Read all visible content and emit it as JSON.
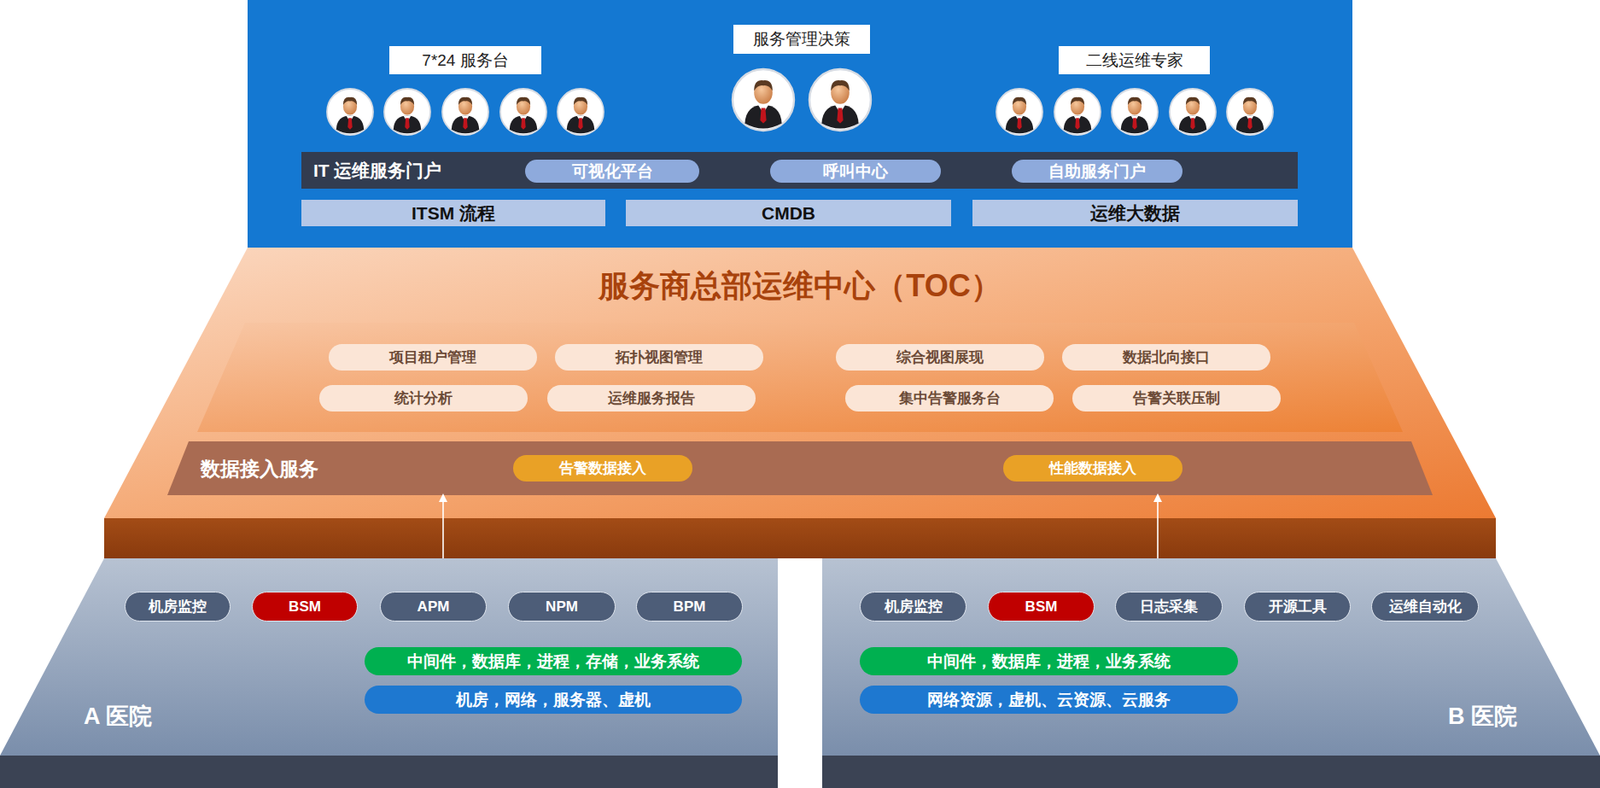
{
  "diagram": {
    "nodes": [
      {
        "text": [
          "7*24 服务台"
        ]
      },
      {
        "text": [
          "服务管理决策"
        ]
      },
      {
        "text": [
          "二线运维专家"
        ]
      },
      {
        "text": [
          "IT 运维服务门户"
        ]
      },
      {
        "text": [
          "可视化平台"
        ],
        "in": 3
      },
      {
        "text": [
          "呼叫中心"
        ],
        "in": 3
      },
      {
        "text": [
          "自助服务门户"
        ],
        "in": 3
      },
      {
        "text": [
          "ITSM 流程"
        ]
      },
      {
        "text": [
          "CMDB"
        ]
      },
      {
        "text": [
          "运维大数据"
        ]
      },
      {
        "text": [
          "服务商总部运维中心（TOC）"
        ]
      },
      {
        "text": [
          "项目租户管理"
        ],
        "in": 10
      },
      {
        "text": [
          "拓扑视图管理"
        ],
        "in": 10
      },
      {
        "text": [
          "综合视图展现"
        ],
        "in": 10
      },
      {
        "text": [
          "数据北向接口"
        ],
        "in": 10
      },
      {
        "text": [
          "统计分析"
        ],
        "in": 10
      },
      {
        "text": [
          "运维服务报告"
        ],
        "in": 10
      },
      {
        "text": [
          "集中告警服务台"
        ],
        "in": 10
      },
      {
        "text": [
          "告警关联压制"
        ],
        "in": 10
      },
      {
        "text": [
          "数据接入服务"
        ],
        "in": 10
      },
      {
        "text": [
          "告警数据接入"
        ],
        "in": 19
      },
      {
        "text": [
          "性能数据接入"
        ],
        "in": 19
      },
      {
        "text": [
          "A 医院"
        ]
      },
      {
        "text": [
          "机房监控"
        ],
        "in": 22
      },
      {
        "text": [
          "BSM"
        ],
        "in": 22
      },
      {
        "text": [
          "APM"
        ],
        "in": 22
      },
      {
        "text": [
          "NPM"
        ],
        "in": 22
      },
      {
        "text": [
          "BPM"
        ],
        "in": 22
      },
      {
        "text": [
          "中间件，数据库，进程，存储，业务系统"
        ],
        "in": 22
      },
      {
        "text": [
          "机房，网络，服务器、虚机"
        ],
        "in": 22
      },
      {
        "text": [
          "B 医院"
        ]
      },
      {
        "text": [
          "机房监控"
        ],
        "in": 30
      },
      {
        "text": [
          "BSM"
        ],
        "in": 30
      },
      {
        "text": [
          "日志采集"
        ],
        "in": 30
      },
      {
        "text": [
          "开源工具"
        ],
        "in": 30
      },
      {
        "text": [
          "运维自动化"
        ],
        "in": 30
      },
      {
        "text": [
          "中间件，数据库，进程，业务系统"
        ],
        "in": 30
      },
      {
        "text": [
          "网络资源，虚机、云资源、云服务"
        ],
        "in": 30
      }
    ],
    "edges": [
      {
        "from": 22,
        "to": 19,
        "arrow": "to"
      },
      {
        "from": 30,
        "to": 19,
        "arrow": "to"
      }
    ]
  }
}
